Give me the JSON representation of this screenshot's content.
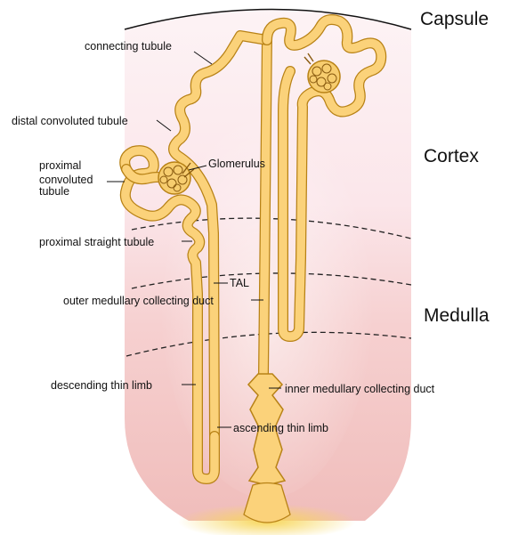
{
  "regions": {
    "capsule": "Capsule",
    "cortex": "Cortex",
    "medulla": "Medulla"
  },
  "labels": {
    "connecting_tubule": "connecting tubule",
    "distal_convoluted_tubule": "distal convoluted tubule",
    "proximal_convoluted_tubule_line1": "proximal",
    "proximal_convoluted_tubule_line2": "convoluted",
    "proximal_convoluted_tubule_line3": "tubule",
    "glomerulus": "Glomerulus",
    "proximal_straight_tubule": "proximal straight tubule",
    "tal": "TAL",
    "outer_medullary_collecting_duct": "outer medullary collecting duct",
    "descending_thin_limb": "descending thin limb",
    "inner_medullary_collecting_duct": "inner medullary collecting duct",
    "ascending_thin_limb": "ascending thin limb"
  },
  "colors": {
    "tubule_fill": "#fbd27a",
    "tubule_outline": "#b88216",
    "cortex_tint": "#fbe9ec",
    "medulla_tint": "#f2c3c0"
  }
}
